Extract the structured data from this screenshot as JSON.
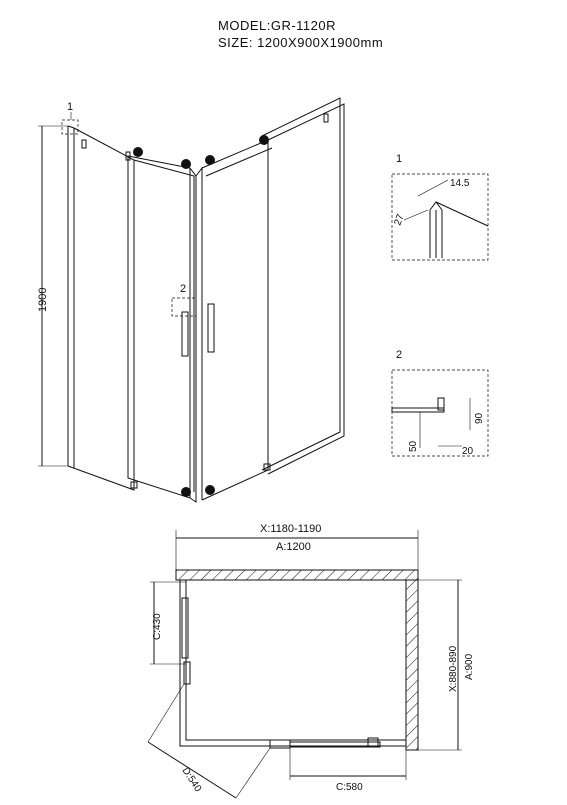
{
  "header": {
    "model": "MODEL:GR-1120R",
    "size": "SIZE: 1200X900X1900mm"
  },
  "elevation": {
    "height_label": "1900",
    "callout_1": "1",
    "callout_2": "2"
  },
  "detail_1": {
    "label": "1",
    "dim_a": "14.5",
    "dim_b": "27"
  },
  "detail_2": {
    "label": "2",
    "dim_a": "90",
    "dim_b": "50",
    "dim_c": "20"
  },
  "plan": {
    "width_x": "X:1180-1190",
    "width_a": "A:1200",
    "depth_x": "X:880-890",
    "depth_a": "A:900",
    "dim_c_side": "C:430",
    "dim_c_front": "C:580",
    "dim_d": "D:540"
  },
  "colors": {
    "line": "#111111",
    "background": "#ffffff"
  }
}
